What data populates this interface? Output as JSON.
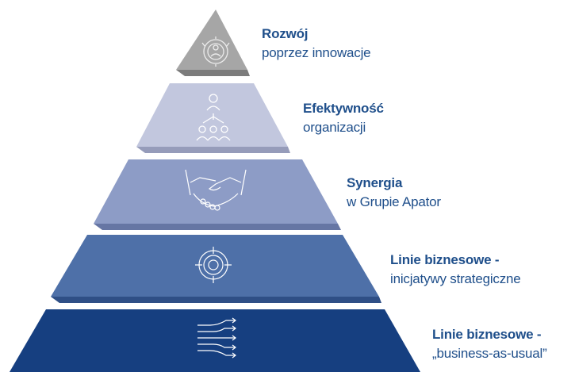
{
  "levels": [
    {
      "title": "Rozwój",
      "subtitle": "poprzez innowacje",
      "icon": "innovation-gear-icon",
      "color": "#a6a6a6",
      "shade": "#7c7c7c"
    },
    {
      "title": "Efektywność",
      "subtitle": "organizacji",
      "icon": "org-chart-icon",
      "color": "#c2c7de",
      "shade": "#969cba"
    },
    {
      "title": "Synergia",
      "subtitle": "w Grupie Apator",
      "icon": "handshake-icon",
      "color": "#8d9cc6",
      "shade": "#6676a4"
    },
    {
      "title": "Linie biznesowe -",
      "subtitle": "inicjatywy strategiczne",
      "icon": "target-icon",
      "color": "#4e70a8",
      "shade": "#2f4f86"
    },
    {
      "title": "Linie biznesowe -",
      "subtitle": "„business-as-usual”",
      "icon": "arrows-icon",
      "color": "#163f80",
      "shade": "#0c2b5e"
    }
  ]
}
